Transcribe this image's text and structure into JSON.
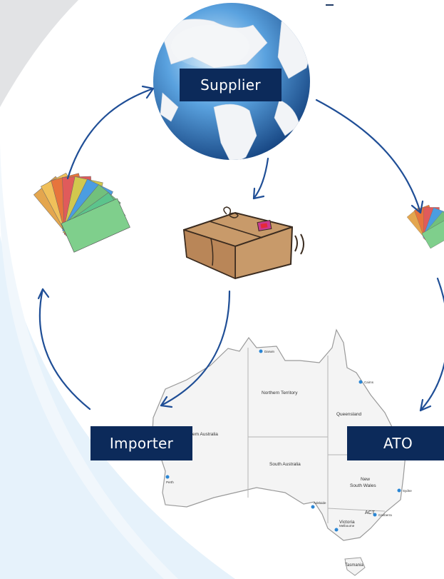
{
  "nodes": {
    "supplier": "Supplier",
    "importer": "Importer",
    "ato": "ATO"
  },
  "map_labels": {
    "northern_territory": "Northern Territory",
    "queensland": "Queensland",
    "western_australia": "stem Australia",
    "south_australia": "South Australia",
    "new_south_wales_1": "New",
    "new_south_wales_2": "South Wales",
    "victoria": "Victoria",
    "act": "ACT",
    "tasmania": "Tasmania"
  },
  "cities": {
    "darwin": "Darwin",
    "cairns": "Cairns",
    "perth": "Perth",
    "adelaide": "Adelaide",
    "canberra": "Canberra",
    "melbourne": "Melbourne",
    "sydney": "Sydne"
  },
  "colors": {
    "label_bg": "#0c2a5a",
    "arrow": "#1f4e96",
    "background_swoosh": "#e6f2fb"
  },
  "icons": [
    "globe-icon",
    "money-fan-icon",
    "parcel-icon",
    "australia-map-icon"
  ]
}
